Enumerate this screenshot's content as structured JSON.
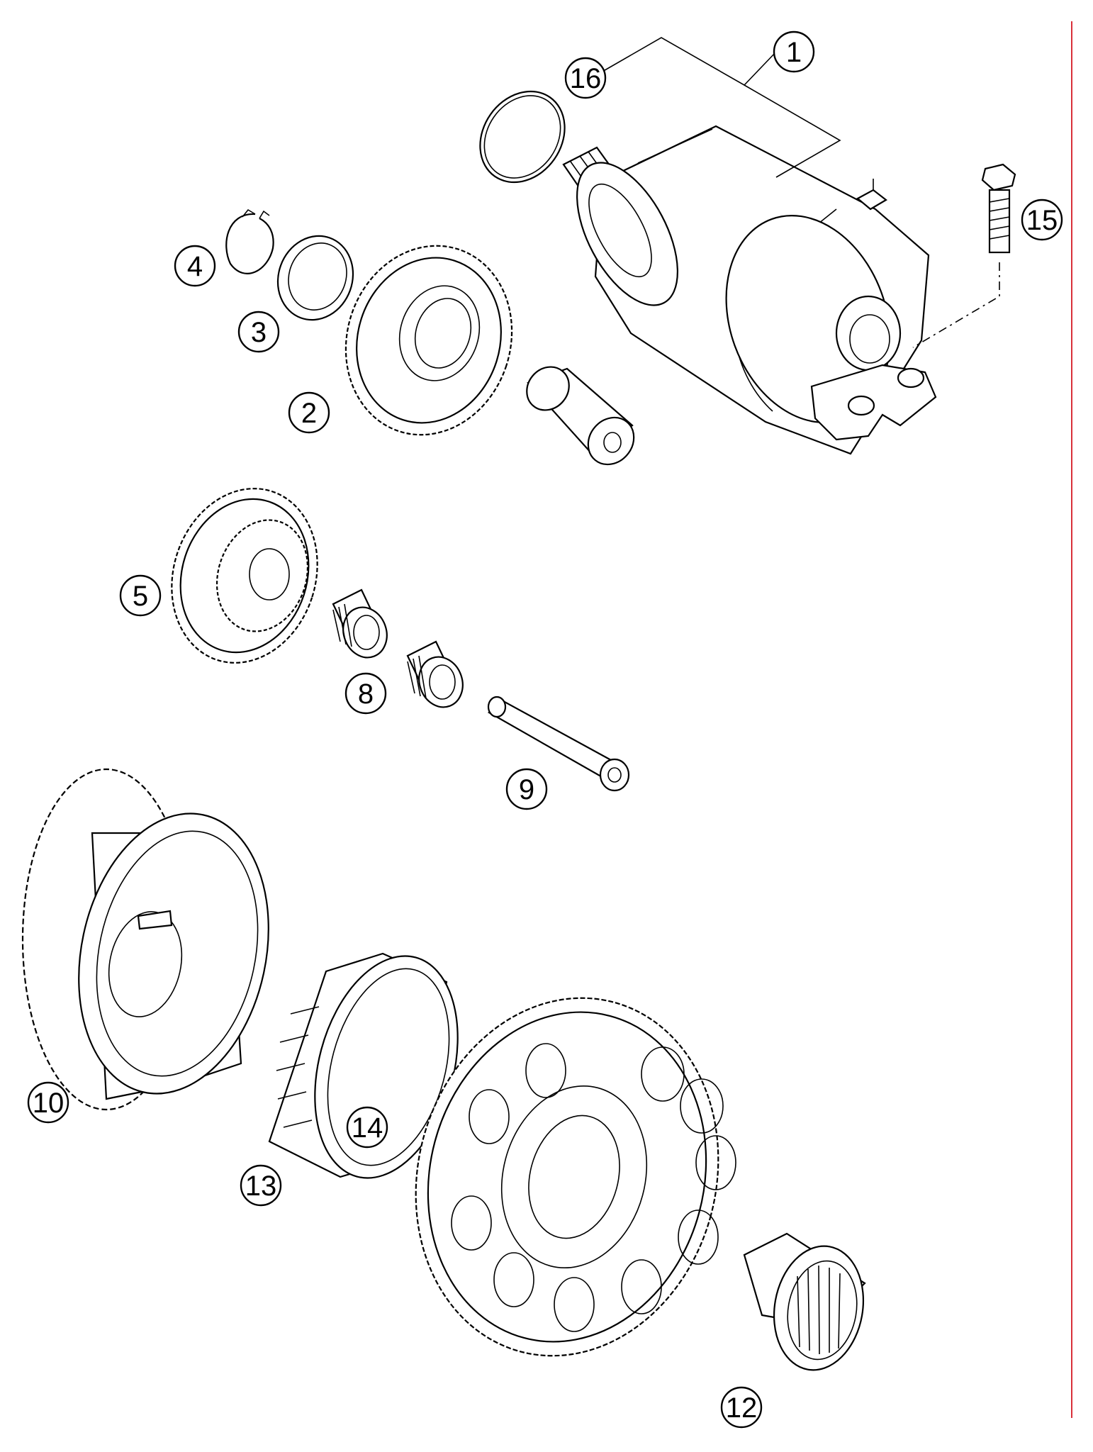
{
  "diagram": {
    "type": "exploded-parts-view",
    "callouts": [
      {
        "id": "c1",
        "label": "1"
      },
      {
        "id": "c16",
        "label": "16"
      },
      {
        "id": "c15",
        "label": "15"
      },
      {
        "id": "c4",
        "label": "4"
      },
      {
        "id": "c3",
        "label": "3"
      },
      {
        "id": "c2",
        "label": "2"
      },
      {
        "id": "c5",
        "label": "5"
      },
      {
        "id": "c8",
        "label": "8"
      },
      {
        "id": "c9",
        "label": "9"
      },
      {
        "id": "c10",
        "label": "10"
      },
      {
        "id": "c13",
        "label": "13"
      },
      {
        "id": "c14",
        "label": "14"
      },
      {
        "id": "c12",
        "label": "12"
      }
    ],
    "colors": {
      "line": "#000000",
      "background": "#ffffff",
      "margin_rule": "#d9303a"
    }
  }
}
